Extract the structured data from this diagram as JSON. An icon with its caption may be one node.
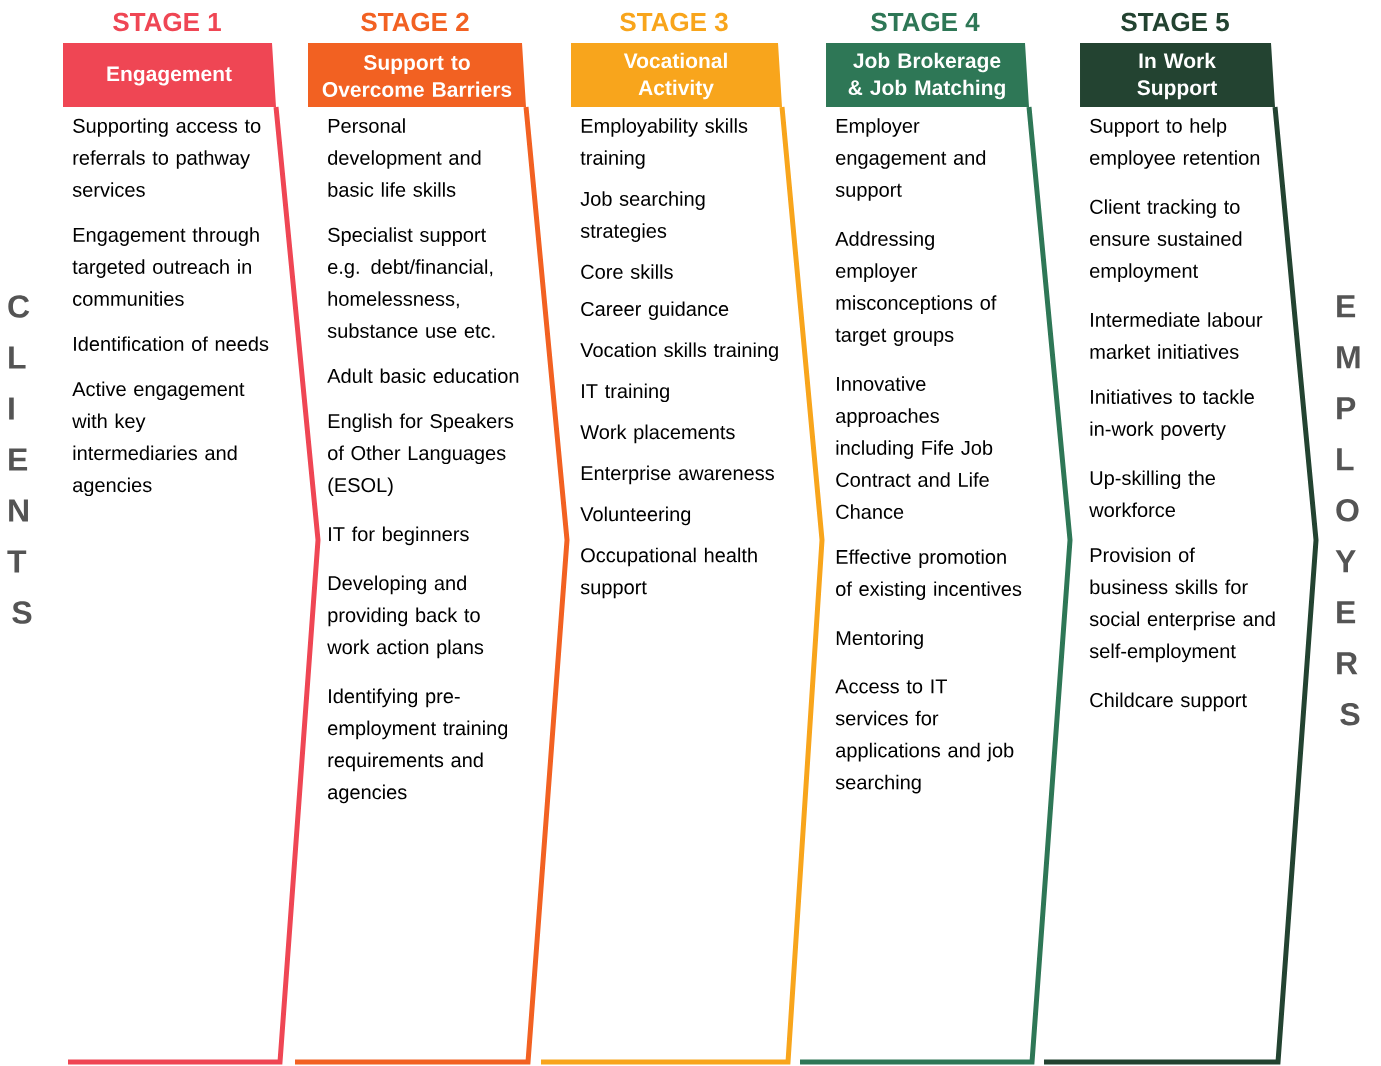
{
  "diagram": {
    "nodes": [
      {
        "text": [
          "STAGE 1",
          "Engagement",
          "Supporting access to referrals to pathway services",
          "Engagement through targeted outreach in communities",
          "Identification of needs",
          "Active engagement with key intermediaries and agencies"
        ]
      },
      {
        "text": [
          "STAGE 2",
          "Support to Overcome Barriers",
          "Personal development and basic life skills",
          "Specialist support e.g. debt/financial, homelessness, substance use etc.",
          "Adult basic education",
          "English for Speakers of Other Languages (ESOL)",
          "IT for beginners",
          "Developing and providing back to work action plans",
          "Identifying pre-employment training requirements and agencies"
        ]
      },
      {
        "text": [
          "STAGE 3",
          "Vocational Activity",
          "Employability skills training",
          "Job searching strategies",
          "Core skills",
          "Career guidance",
          "Vocation skills training",
          "IT training",
          "Work placements",
          "Enterprise awareness",
          "Volunteering",
          "Occupational health support"
        ]
      },
      {
        "text": [
          "STAGE 4",
          "Job Brokerage & Job Matching",
          "Employer engagement and support",
          "Addressing employer misconceptions of target groups",
          "Innovative approaches including Fife Job Contract and Life Chance",
          "Effective promotion of existing incentives",
          "Mentoring",
          "Access to IT services for applications and job searching"
        ]
      },
      {
        "text": [
          "STAGE 5",
          "In Work Support",
          "Support to help employee retention",
          "Client tracking to ensure sustained employment",
          "Intermediate labour market initiatives",
          "Initiatives to tackle in-work poverty",
          "Up-skilling the workforce",
          "Provision of business skills for social enterprise and self-employment",
          "Childcare support"
        ]
      }
    ],
    "labels": [
      "CLIENTS",
      "EMPLOYERS"
    ]
  }
}
